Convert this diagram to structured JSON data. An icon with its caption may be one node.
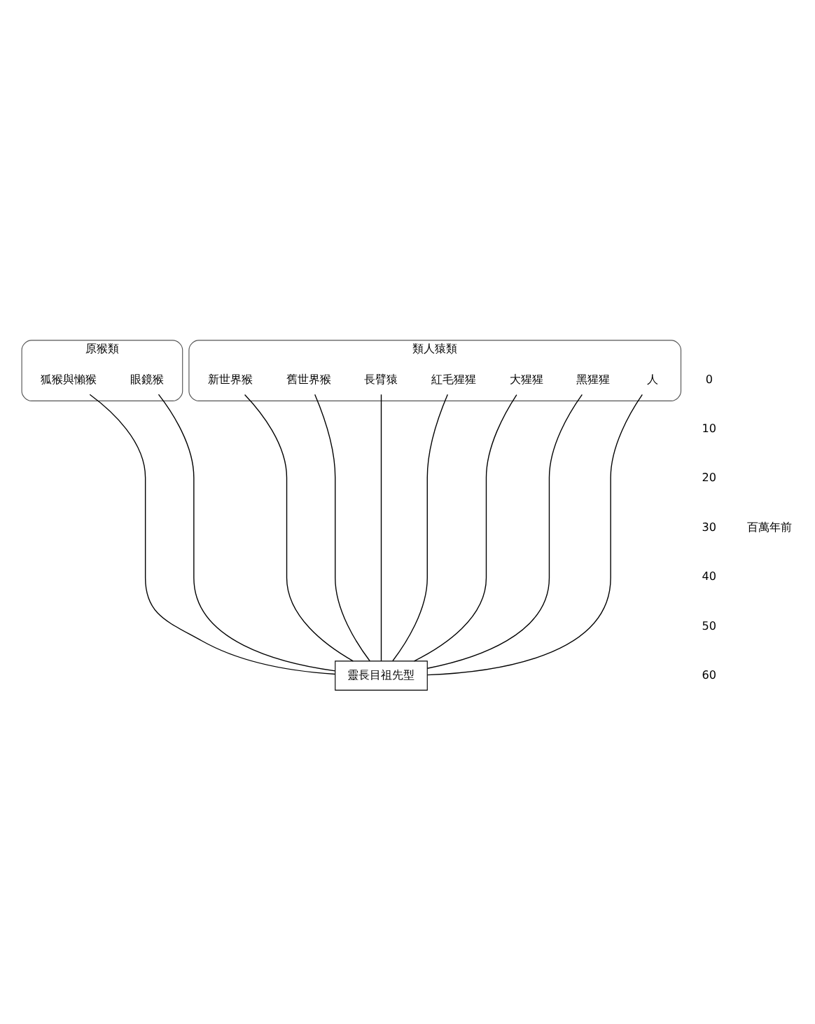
{
  "diagram": {
    "nodes": [
      {
        "text": [
          "原猴類"
        ]
      },
      {
        "text": [
          "狐猴與懶猴"
        ],
        "in": 0
      },
      {
        "text": [
          "眼鏡猴"
        ],
        "in": 0
      },
      {
        "text": [
          "類人猿類"
        ]
      },
      {
        "text": [
          "新世界猴"
        ],
        "in": 3
      },
      {
        "text": [
          "舊世界猴"
        ],
        "in": 3
      },
      {
        "text": [
          "長臂猿"
        ],
        "in": 3
      },
      {
        "text": [
          "紅毛猩猩"
        ],
        "in": 3
      },
      {
        "text": [
          "大猩猩"
        ],
        "in": 3
      },
      {
        "text": [
          "黑猩猩"
        ],
        "in": 3
      },
      {
        "text": [
          "人"
        ],
        "in": 3
      },
      {
        "text": [
          "靈長目祖先型"
        ]
      }
    ],
    "edges": [
      {
        "from": 11,
        "to": 1,
        "arrow": "none"
      },
      {
        "from": 11,
        "to": 2,
        "arrow": "none"
      },
      {
        "from": 11,
        "to": 4,
        "arrow": "none"
      },
      {
        "from": 11,
        "to": 5,
        "arrow": "none"
      },
      {
        "from": 11,
        "to": 6,
        "arrow": "none"
      },
      {
        "from": 11,
        "to": 7,
        "arrow": "none"
      },
      {
        "from": 11,
        "to": 8,
        "arrow": "none"
      },
      {
        "from": 11,
        "to": 9,
        "arrow": "none"
      },
      {
        "from": 11,
        "to": 10,
        "arrow": "none"
      }
    ],
    "labels": [
      "0",
      "10",
      "20",
      "百萬年前",
      "30",
      "40",
      "50",
      "60"
    ]
  }
}
